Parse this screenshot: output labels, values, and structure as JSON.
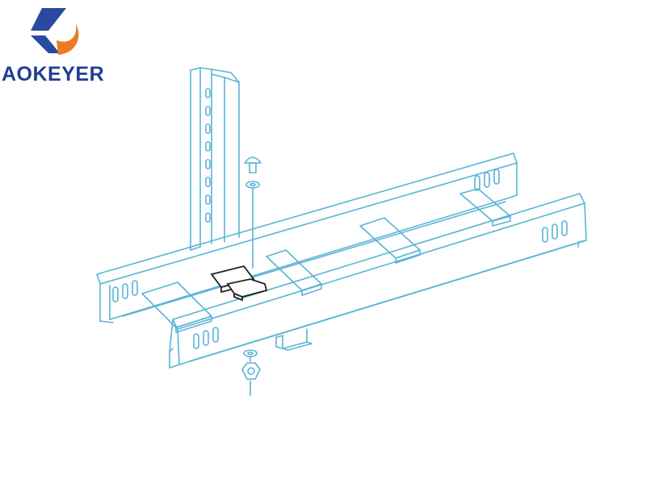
{
  "brand": {
    "name": "AOKEYER",
    "text_color": "#1f3f8f",
    "mark_blue": "#2a4aa0",
    "mark_orange": "#ee7a22"
  },
  "drawing": {
    "line_color": "#5ab4d6",
    "clip_color": "#222222",
    "components": [
      "i-beam-post",
      "cable-ladder-tray",
      "hold-down-clip",
      "bolt",
      "washer",
      "nut"
    ]
  }
}
